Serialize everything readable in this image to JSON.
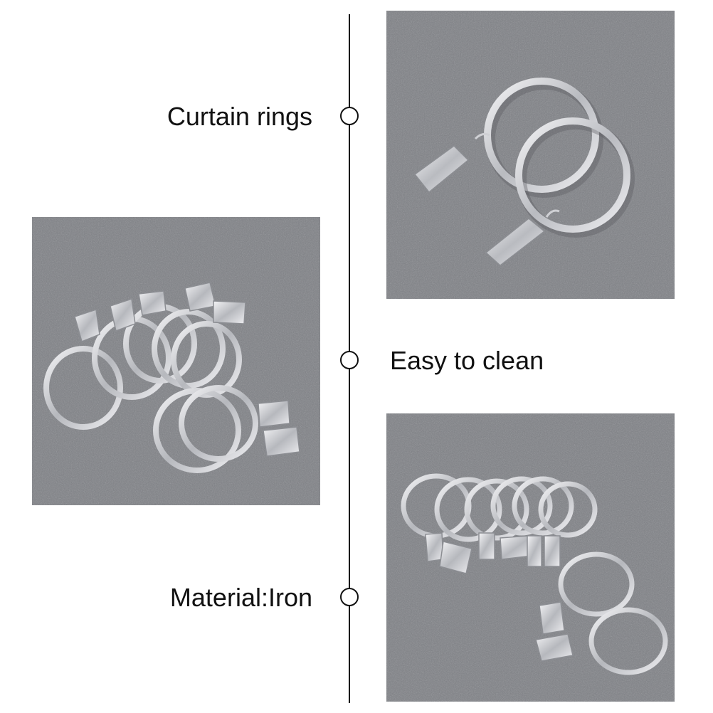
{
  "features": [
    {
      "label": "Curtain rings"
    },
    {
      "label": "Easy to clean"
    },
    {
      "label": "Material:Iron"
    }
  ],
  "colors": {
    "line": "#111111",
    "photo_background": "#7d7f84",
    "metal": "#d9d9dc"
  }
}
